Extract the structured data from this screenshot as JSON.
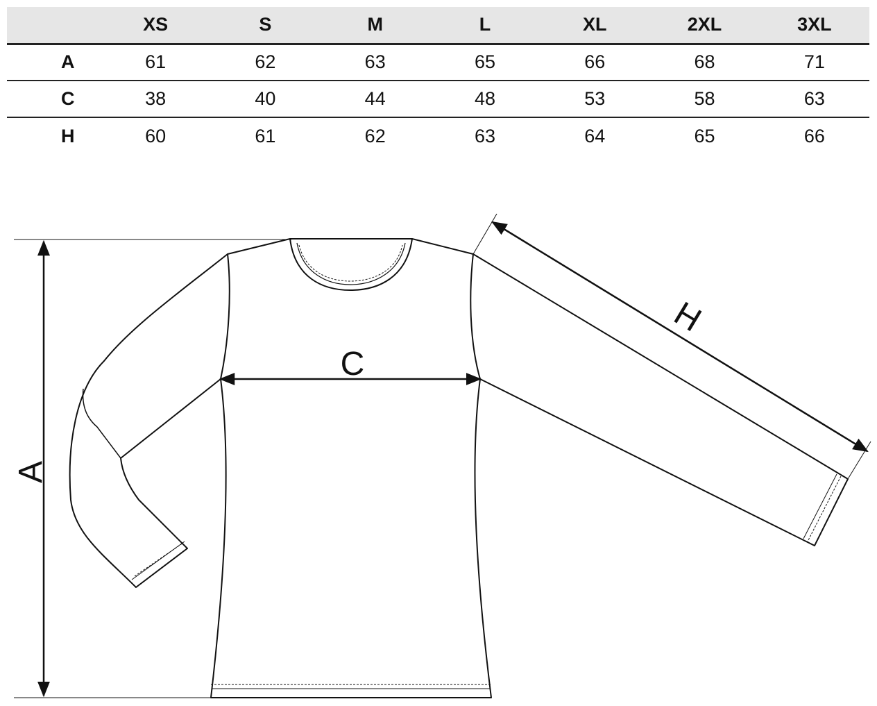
{
  "size_table": {
    "sizes": [
      "XS",
      "S",
      "M",
      "L",
      "XL",
      "2XL",
      "3XL"
    ],
    "rows": [
      {
        "label": "A",
        "values": [
          "61",
          "62",
          "63",
          "65",
          "66",
          "68",
          "71"
        ]
      },
      {
        "label": "C",
        "values": [
          "38",
          "40",
          "44",
          "48",
          "53",
          "58",
          "63"
        ]
      },
      {
        "label": "H",
        "values": [
          "60",
          "61",
          "62",
          "63",
          "64",
          "65",
          "66"
        ]
      }
    ]
  },
  "diagram": {
    "label_a": "A",
    "label_c": "C",
    "label_h": "H"
  }
}
